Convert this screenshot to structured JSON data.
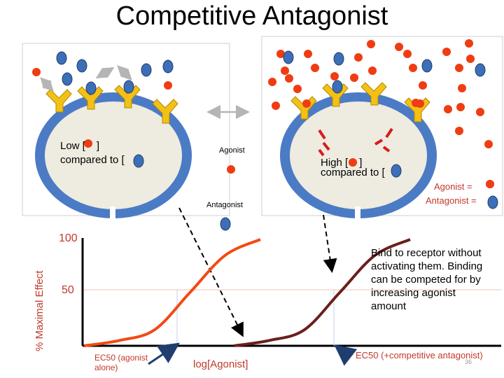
{
  "title": "Competitive Antagonist",
  "left_panel": {
    "low_label": "Low [",
    "bracket_close": "]",
    "compared_label": "compared to ["
  },
  "right_panel": {
    "high_label": "High [",
    "bracket_close": "]",
    "compared_label": "compared to ["
  },
  "legend": {
    "agonist": "Agonist",
    "antagonist": "Antagonist"
  },
  "key": {
    "agonist": "Agonist =",
    "antagonist": "Antagonist ="
  },
  "chart": {
    "ylabel": "% Maximal Effect",
    "xlabel": "log[Agonist]",
    "ytick_100": "100",
    "ytick_50": "50",
    "ec50_alone_line1": "EC50 (agonist",
    "ec50_alone_line2": "alone)",
    "ec50_comp": "EC50 (+competitive antagonist)",
    "description": "Bind to receptor without activating them. Binding can be competed for by increasing agonist amount",
    "page_number": "36"
  },
  "colors": {
    "agonist": "#f03c12",
    "antagonist": "#3d6fb8",
    "receptor": "#f5c016",
    "membrane": "#4b7bc4",
    "cytoplasm": "#eeebe0",
    "curve_agonist": "#f24a13",
    "curve_antagonist": "#6b1f1a",
    "accent_text": "#c0392b"
  },
  "chart_data": {
    "type": "line",
    "xlabel": "log[Agonist]",
    "ylabel": "% Maximal Effect",
    "ylim": [
      0,
      100
    ],
    "series": [
      {
        "values": [
          0,
          5,
          15,
          50,
          85,
          100
        ]
      },
      {
        "values": [
          0,
          5,
          15,
          50,
          85,
          100
        ]
      }
    ]
  }
}
